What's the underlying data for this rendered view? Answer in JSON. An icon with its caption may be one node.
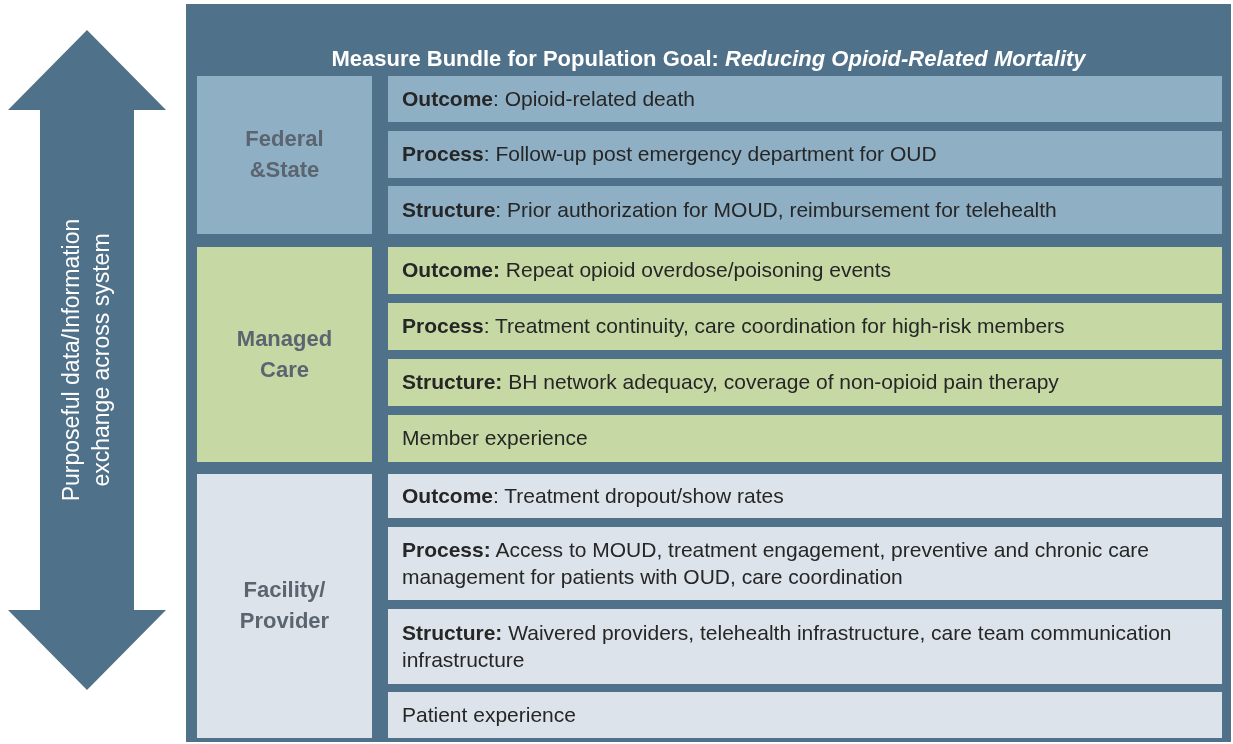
{
  "diagram": {
    "nodes": [
      {
        "text": [
          "Purposeful data/Information exchange across system"
        ]
      },
      {
        "text": [
          "Measure Bundle for Population Goal: *Reducing Opioid-Related Mortality*"
        ]
      },
      {
        "text": [
          "Federal &State"
        ],
        "in": 1
      },
      {
        "text": [
          "**Outcome**: Opioid-related death"
        ],
        "in": 1
      },
      {
        "text": [
          "**Process**: Follow-up post emergency department for OUD"
        ],
        "in": 1
      },
      {
        "text": [
          "**Structure**: Prior authorization for MOUD, reimbursement for telehealth"
        ],
        "in": 1
      },
      {
        "text": [
          "Managed Care"
        ],
        "in": 1
      },
      {
        "text": [
          "**Outcome:** Repeat opioid overdose/poisoning events"
        ],
        "in": 1
      },
      {
        "text": [
          "**Process**: Treatment continuity, care coordination for high-risk members"
        ],
        "in": 1
      },
      {
        "text": [
          "**Structure:** BH network adequacy, coverage of non-opioid pain therapy"
        ],
        "in": 1
      },
      {
        "text": [
          "Member experience"
        ],
        "in": 1
      },
      {
        "text": [
          "Facility/ Provider"
        ],
        "in": 1
      },
      {
        "text": [
          "**Outcome**: Treatment dropout/show rates"
        ],
        "in": 1
      },
      {
        "text": [
          "**Process:** Access to MOUD, treatment engagement, preventive and chronic care management for patients with OUD, care coordination"
        ],
        "in": 1
      },
      {
        "text": [
          "**Structure:** Waivered providers, telehealth infrastructure, care team communication infrastructure"
        ],
        "in": 1
      },
      {
        "text": [
          "Patient experience"
        ],
        "in": 1
      }
    ]
  }
}
